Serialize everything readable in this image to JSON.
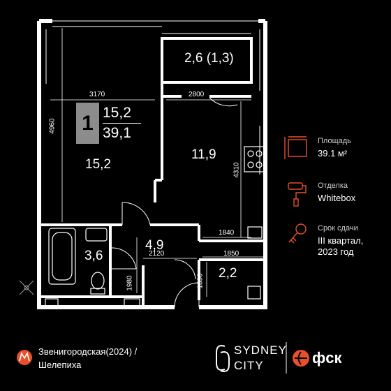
{
  "apartment": {
    "rooms_count": "1",
    "living_area": "15,2",
    "total_area": "39,1"
  },
  "rooms": {
    "living": "15,2",
    "kitchen": "11,9",
    "bathroom": "3,6",
    "hall": "4,9",
    "wardrobe": "2,2",
    "balcony": "2,6 (1,3)"
  },
  "dimensions": {
    "living_width": "3170",
    "living_height": "4960",
    "kitchen_width": "2800",
    "kitchen_height": "4310",
    "kitchen_bottom": "1840",
    "hall_width": "2120",
    "hall_height": "1980",
    "wardrobe_width": "1850",
    "wardrobe_height": "1390"
  },
  "info": {
    "area_label": "Площадь",
    "area_value": "39.1 м²",
    "finish_label": "Отделка",
    "finish_value": "Whitebox",
    "deadline_label": "Срок сдачи",
    "deadline_line1": "III квартал,",
    "deadline_line2": "2023 год"
  },
  "footer": {
    "metro_line1": "Звенигородская(2024) /",
    "metro_line2": "Шелепиха",
    "brand_line1": "SYDNEY",
    "brand_line2": "CITY",
    "developer": "фск"
  },
  "colors": {
    "accent": "#e8502a",
    "badge": "#8c8c8c",
    "wall": "#ffffff",
    "background": "#000000"
  }
}
